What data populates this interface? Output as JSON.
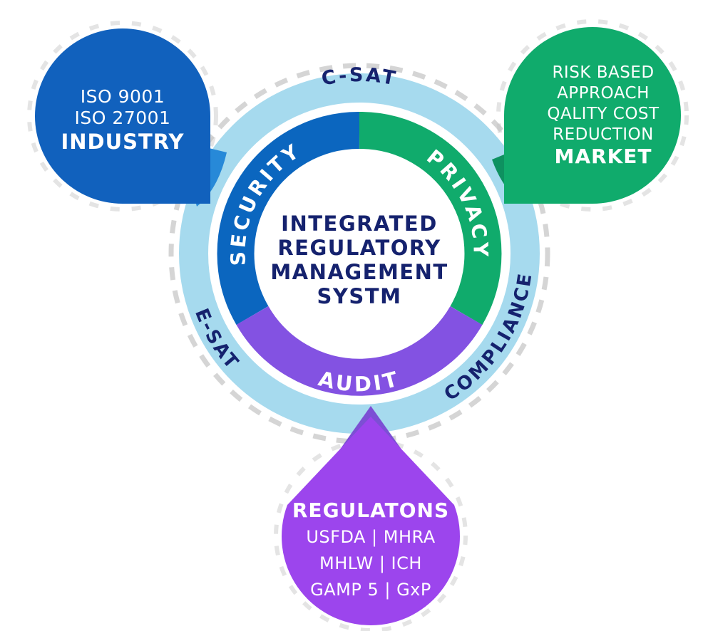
{
  "center": {
    "line1": "INTEGRATED",
    "line2": "REGULATORY",
    "line3": "MANAGEMENT",
    "line4": "SYSTM"
  },
  "inner_ring": {
    "security_label": "SECURITY",
    "privacy_label": "PRIVACY",
    "audit_label": "AUDIT",
    "security_color": "#0B66BF",
    "privacy_color": "#10AB6C",
    "audit_color": "#8352E2"
  },
  "outer_ring": {
    "csat_label": "C-SAT",
    "compliance_label": "COMPLIANCE",
    "esat_label": "E-SAT",
    "ring_color": "#A6DAEE",
    "label_color": "#15226E"
  },
  "bubbles": {
    "industry": {
      "lines": [
        "ISO 9001",
        "ISO 27001"
      ],
      "title": "INDUSTRY",
      "color": "#1161BD"
    },
    "market": {
      "lines": [
        "RISK BASED",
        "APPROACH",
        "QALITY COST",
        "REDUCTION"
      ],
      "title": "MARKET",
      "color": "#10AB6C"
    },
    "regulations": {
      "title": "REGULATONS",
      "lines": [
        "USFDA | MHRA",
        "MHLW | ICH",
        "GAMP 5 | GxP"
      ],
      "color": "#9C45ED"
    }
  }
}
